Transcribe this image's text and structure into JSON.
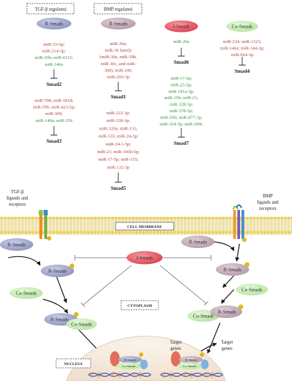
{
  "header": {
    "tgf_regulated": "TGF-β regulated",
    "bmp_regulated": "BMP regulated"
  },
  "pills": {
    "r_smads_tgf": "R-Smads",
    "r_smads_bmp": "R-Smads",
    "i_smads": "I-Smads",
    "co_smads": "Co-Smads"
  },
  "targets": {
    "smad2": "Smad2",
    "smad3": "Smad3",
    "smad1": "Smad1",
    "smad5": "Smad5",
    "smad6": "Smad6",
    "smad7": "Smad7",
    "smad4": "Smad4"
  },
  "mirna": {
    "smad2": [
      {
        "text": "miR-25-5p;",
        "tone": "red"
      },
      {
        "text": "miR-214-5p;",
        "tone": "red"
      },
      {
        "text": "miR-10b; miR-6315;",
        "tone": "grn"
      },
      {
        "text": "miR-146a",
        "tone": "grn"
      }
    ],
    "smad3": [
      {
        "text": "miR-708; miR-181d;",
        "tone": "red"
      },
      {
        "text": "miR-596; miR-423-5p;",
        "tone": "red"
      },
      {
        "text": "miR-300;",
        "tone": "red"
      },
      {
        "text": "miR-146a; miR-23b",
        "tone": "grn"
      }
    ],
    "smad1": [
      {
        "text": "miR-26a;",
        "tone": "red"
      },
      {
        "text": "miR-30 family",
        "tone": "red"
      },
      {
        "text": "(miR-30a, miR-30b,",
        "tone": "red"
      },
      {
        "text": "miR-30c, and miR-",
        "tone": "red"
      },
      {
        "text": "30d); miR-100;",
        "tone": "red"
      },
      {
        "text": "miR-203-3p",
        "tone": "red"
      }
    ],
    "smad5": [
      {
        "text": "miR-222-3p;",
        "tone": "red"
      },
      {
        "text": "miR-128-3p;",
        "tone": "red"
      },
      {
        "text": "miR-320a; miR-133;",
        "tone": "red"
      },
      {
        "text": "miR-135; miR-24-3p;",
        "tone": "red"
      },
      {
        "text": "miR-24-1-5p;",
        "tone": "red"
      },
      {
        "text": "miR-21; miR-106b-5p;",
        "tone": "red"
      },
      {
        "text": "miR-17-5p; miR-155;",
        "tone": "red"
      },
      {
        "text": "miR-132-3p",
        "tone": "red"
      }
    ],
    "smad6": [
      {
        "text": "miR-20a",
        "tone": "grn"
      }
    ],
    "smad7": [
      {
        "text": "miR-17-5p;",
        "tone": "grn"
      },
      {
        "text": "miR-25-5p;",
        "tone": "grn"
      },
      {
        "text": "miR-181a-3p;",
        "tone": "grn"
      },
      {
        "text": "miR-15b; miR-21;",
        "tone": "grn"
      },
      {
        "text": "miR-128-5p;",
        "tone": "grn"
      },
      {
        "text": "miR-378-5p;",
        "tone": "grn"
      },
      {
        "text": "miR-590; miR-877-3p;",
        "tone": "grn"
      },
      {
        "text": "miR-324-3p; miR-200c",
        "tone": "grn"
      }
    ],
    "smad4": [
      {
        "text": "miR-224; miR-1323;",
        "tone": "red"
      },
      {
        "text": "miR-146a; miR-144-3p;",
        "tone": "red"
      },
      {
        "text": "miR-664-3p",
        "tone": "red"
      }
    ]
  },
  "pathway": {
    "tgf_ligands": [
      "TGF-β",
      "ligands and",
      "receptors"
    ],
    "bmp_ligands": [
      "BMP",
      "ligands and",
      "receptors"
    ],
    "cell_membrane": "CELL MEMBRANE",
    "cytoplasm": "CYTOPLASM",
    "nucleus": "NUCLEUS",
    "r_smads": "R-Smads",
    "co_smads": "Co-Smads",
    "i_smads": "I-Smads",
    "target_genes": [
      "Target",
      "genes"
    ]
  },
  "colors": {
    "r_smad_tgf": "#9fa6cc",
    "r_smad_bmp": "#c4adbb",
    "i_smad": "#e8525e",
    "co_smad": "#c9efb6",
    "membrane": "#f2e39b",
    "mir_red": "#b33a3a",
    "mir_green": "#2f8f3a"
  }
}
